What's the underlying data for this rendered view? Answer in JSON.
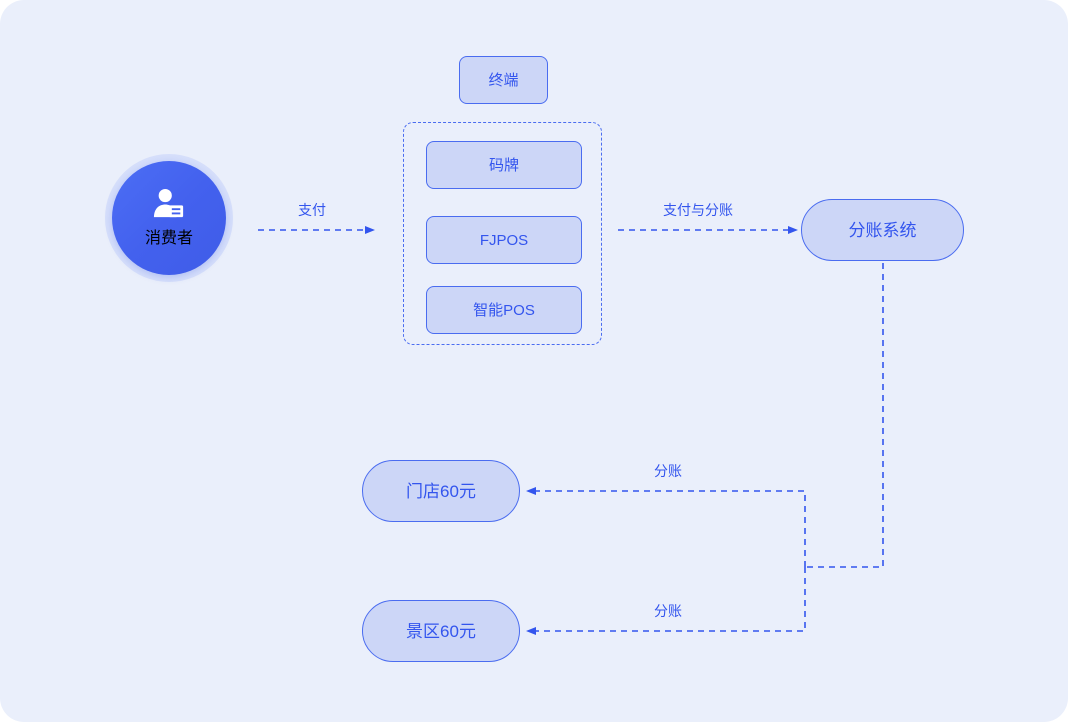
{
  "page": {
    "background_color": "#eaeffb",
    "accent_color": "#3355ee",
    "node_fill_color": "#ccd6f7",
    "node_border_color": "#4a6cf0",
    "circle_color": "#4361ee"
  },
  "nodes": {
    "consumer": {
      "label": "消费者",
      "icon": "person-card-icon"
    },
    "terminal": {
      "label": "终端"
    },
    "terminal_group": {
      "items": [
        {
          "label": "码牌"
        },
        {
          "label": "FJPOS"
        },
        {
          "label": "智能POS"
        }
      ]
    },
    "settlement": {
      "label": "分账系统"
    },
    "store": {
      "label": "门店60元"
    },
    "scenic": {
      "label": "景区60元"
    }
  },
  "edges": [
    {
      "id": "pay",
      "label": "支付",
      "from": "consumer",
      "to": "terminal_group"
    },
    {
      "id": "pay-split",
      "label": "支付与分账",
      "from": "terminal_group",
      "to": "settlement"
    },
    {
      "id": "split-1",
      "label": "分账",
      "from": "settlement",
      "to": "store"
    },
    {
      "id": "split-2",
      "label": "分账",
      "from": "settlement",
      "to": "scenic"
    }
  ]
}
